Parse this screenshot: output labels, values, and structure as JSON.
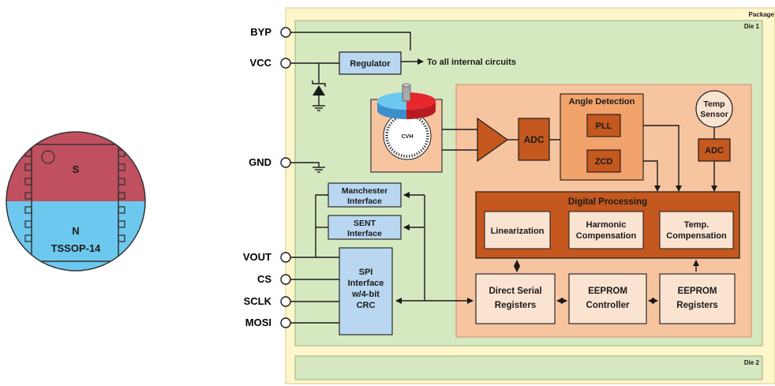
{
  "package": {
    "label": "Package",
    "die1_label": "Die 1",
    "die2_label": "Die 2"
  },
  "chip_view": {
    "south_pole": "S",
    "north_pole": "N",
    "package_name": "TSSOP-14"
  },
  "pins": {
    "byp": "BYP",
    "vcc": "VCC",
    "gnd": "GND",
    "vout": "VOUT",
    "cs": "CS",
    "sclk": "SCLK",
    "mosi": "MOSI"
  },
  "blocks": {
    "regulator": "Regulator",
    "internal_circuits": "To all internal circuits",
    "cvh": "CVH",
    "adc_main": "ADC",
    "angle_detection": "Angle Detection",
    "pll": "PLL",
    "zcd": "ZCD",
    "temp_sensor_line1": "Temp",
    "temp_sensor_line2": "Sensor",
    "adc_temp": "ADC",
    "digital_processing": "Digital Processing",
    "linearization": "Linearization",
    "harmonic_line1": "Harmonic",
    "harmonic_line2": "Compensation",
    "tempcomp_line1": "Temp.",
    "tempcomp_line2": "Compensation",
    "manchester_line1": "Manchester",
    "manchester_line2": "Interface",
    "sent_line1": "SENT",
    "sent_line2": "Interface",
    "spi_line1": "SPI",
    "spi_line2": "Interface",
    "spi_line3": "w/4-bit",
    "spi_line4": "CRC",
    "dsr_line1": "Direct Serial",
    "dsr_line2": "Registers",
    "eeprom_ctrl_line1": "EEPROM",
    "eeprom_ctrl_line2": "Controller",
    "eeprom_reg_line1": "EEPROM",
    "eeprom_reg_line2": "Registers"
  },
  "colors": {
    "package_bg": "#fff6cc",
    "die_bg": "#d6e8c0",
    "analog_bg": "#f7c4a0",
    "block_orange": "#c4581e",
    "block_blue": "#b9d7f0",
    "block_light": "#fbe3d2",
    "magnet_south": "#c0505f",
    "magnet_north": "#6dc8ef"
  }
}
